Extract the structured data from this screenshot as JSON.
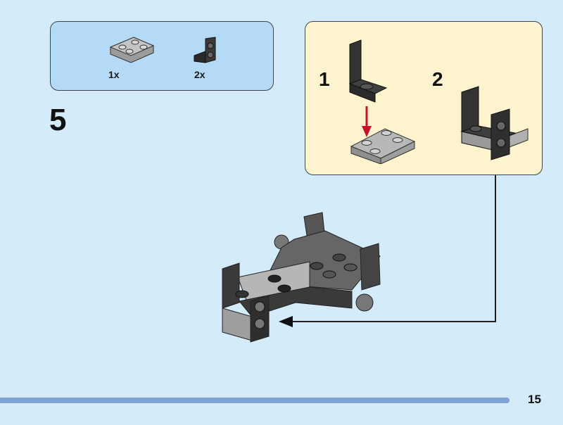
{
  "step": {
    "number": "5"
  },
  "parts_list": {
    "items": [
      {
        "name": "light-gray-inverted-slope-plate",
        "quantity": "1x",
        "color": "#a8a8a8"
      },
      {
        "name": "dark-gray-bracket",
        "quantity": "2x",
        "color": "#3a3a3a"
      }
    ]
  },
  "callout": {
    "sub_steps": [
      {
        "number": "1"
      },
      {
        "number": "2"
      }
    ],
    "arrow_color": "#c8102e"
  },
  "footer": {
    "page_number": "15"
  },
  "colors": {
    "background": "#d4ebfa",
    "parts_box": "#b5daf5",
    "callout": "#fdf3cf",
    "footer_bar": "#7fa3d5"
  }
}
